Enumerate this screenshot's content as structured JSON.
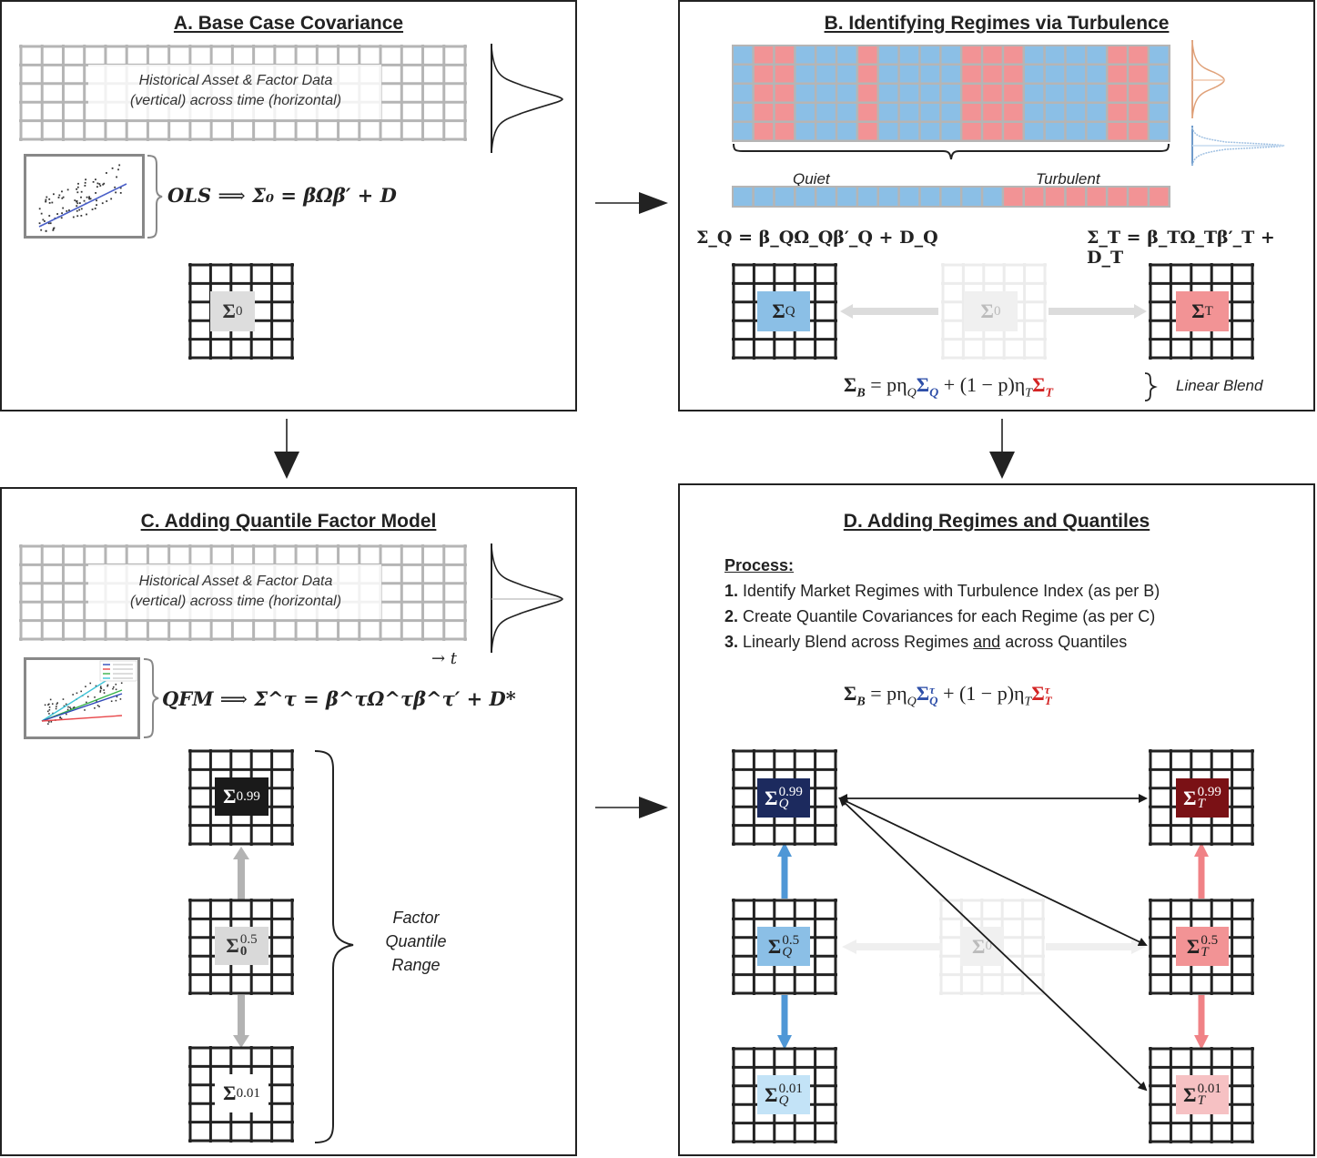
{
  "panels": {
    "a": {
      "title": "A. Base Case Covariance",
      "data_text_line1": "Historical Asset & Factor Data",
      "data_text_line2": "(vertical) across time (horizontal)",
      "formula_lhs": "OLS",
      "formula_arrow": "⟹",
      "formula_rhs": "Σ₀ = βΩβ′ + D",
      "matrix_label": "Σ",
      "matrix_sub": "0"
    },
    "b": {
      "title": "B. Identifying Regimes via Turbulence",
      "regime_columns": [
        "Q",
        "T",
        "T",
        "Q",
        "Q",
        "Q",
        "T",
        "Q",
        "Q",
        "Q",
        "Q",
        "T",
        "T",
        "T",
        "Q",
        "Q",
        "Q",
        "Q",
        "T",
        "T",
        "Q"
      ],
      "sorted_counts": {
        "quiet": 13,
        "turbulent": 8
      },
      "quiet_label": "Quiet",
      "turbulent_label": "Turbulent",
      "formula_q": "Σ_Q = β_QΩ_Qβ′_Q + D_Q",
      "formula_t": "Σ_T = β_TΩ_Tβ′_T + D_T",
      "matrix_q": {
        "label": "Σ",
        "sub": "Q"
      },
      "matrix_0": {
        "label": "Σ",
        "sub": "0"
      },
      "matrix_t": {
        "label": "Σ",
        "sub": "T"
      },
      "blend_formula": {
        "lhs": "Σ",
        "lhs_sub": "B",
        "eq": " = pη",
        "eta_q_sub": "Q",
        "term_q": "Σ",
        "term_q_sub": "Q",
        "middle": " + (1 − p)η",
        "eta_t_sub": "T",
        "term_t": "Σ",
        "term_t_sub": "T"
      },
      "blend_label": "Linear Blend"
    },
    "c": {
      "title": "C. Adding Quantile Factor Model",
      "data_text_line1": "Historical Asset & Factor Data",
      "data_text_line2": "(vertical) across time (horizontal)",
      "time_label": "→ t",
      "formula_lhs": "QFM",
      "formula_arrow": "⟹",
      "formula_rhs": "Σ^τ = β^τΩ^τβ^τ′ + D*",
      "matrices": [
        {
          "label": "Σ",
          "sup": "0.99",
          "sub": ""
        },
        {
          "label": "Σ",
          "sup": "0.5",
          "sub": "0"
        },
        {
          "label": "Σ",
          "sup": "0.01",
          "sub": ""
        }
      ],
      "range_label_1": "Factor",
      "range_label_2": "Quantile",
      "range_label_3": "Range"
    },
    "d": {
      "title": "D. Adding Regimes and Quantiles",
      "process_heading": "Process:",
      "steps": [
        {
          "num": "1.",
          "text": "Identify Market Regimes with Turbulence Index (as per B)"
        },
        {
          "num": "2.",
          "text": "Create Quantile Covariances for each Regime (as per C)"
        },
        {
          "num": "3.",
          "text_before": "Linearly Blend across Regimes ",
          "text_underlined": "and",
          "text_after": " across Quantiles"
        }
      ],
      "blend_formula": {
        "lhs": "Σ",
        "lhs_sub": "B",
        "eq": " = pη",
        "eta_q_sub": "Q",
        "term_q": "Σ",
        "term_q_sup": "τ",
        "term_q_sub": "Q",
        "middle": " + (1 − p)η",
        "eta_t_sub": "T",
        "term_t": "Σ",
        "term_t_sup": "τ",
        "term_t_sub": "T"
      },
      "quiet_matrices": [
        {
          "label": "Σ",
          "sup": "0.99",
          "sub": "Q"
        },
        {
          "label": "Σ",
          "sup": "0.5",
          "sub": "Q"
        },
        {
          "label": "Σ",
          "sup": "0.01",
          "sub": "Q"
        }
      ],
      "turbulent_matrices": [
        {
          "label": "Σ",
          "sup": "0.99",
          "sub": "T"
        },
        {
          "label": "Σ",
          "sup": "0.5",
          "sub": "T"
        },
        {
          "label": "Σ",
          "sup": "0.01",
          "sub": "T"
        }
      ],
      "base_matrix": {
        "label": "Σ",
        "sub": "0"
      }
    }
  },
  "colors": {
    "quiet": "#8bbfe6",
    "turbulent": "#f29395",
    "quiet_dark": "#1c2a5e",
    "quiet_mid": "#8bbfe6",
    "quiet_light": "#c3e3f7",
    "turbulent_dark": "#7a1115",
    "turbulent_mid": "#f29395",
    "turbulent_light": "#f6c1c3",
    "formula_blue": "#2e4fa8",
    "formula_red": "#d32424",
    "base_gray": "#dddddd"
  }
}
